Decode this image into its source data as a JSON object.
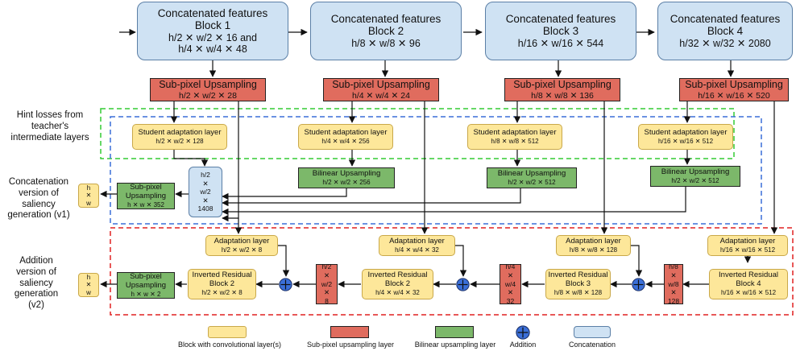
{
  "concat_blocks": [
    {
      "title": "Concatenated features",
      "block": "Block 1",
      "dims": [
        "h/2 ✕ w/2 ✕ 16 and",
        "h/4 ✕ w/4 ✕ 48"
      ]
    },
    {
      "title": "Concatenated features",
      "block": "Block 2",
      "dims": [
        "h/8 ✕ w/8 ✕ 96"
      ]
    },
    {
      "title": "Concatenated features",
      "block": "Block 3",
      "dims": [
        "h/16 ✕ w/16 ✕ 544"
      ]
    },
    {
      "title": "Concatenated features",
      "block": "Block 4",
      "dims": [
        "h/32 ✕ w/32 ✕ 2080"
      ]
    }
  ],
  "subpixel_top": [
    {
      "label": "Sub-pixel Upsampling",
      "dims": "h/2 ✕ w/2 ✕ 28"
    },
    {
      "label": "Sub-pixel Upsampling",
      "dims": "h/4 ✕ w/4 ✕ 24"
    },
    {
      "label": "Sub-pixel Upsampling",
      "dims": "h/8 ✕ w/8 ✕ 136"
    },
    {
      "label": "Sub-pixel Upsampling",
      "dims": "h/16 ✕ w/16 ✕ 520"
    }
  ],
  "student_layers": [
    {
      "label": "Student adaptation layer",
      "dims": "h/2 ✕ w/2 ✕ 128"
    },
    {
      "label": "Student adaptation layer",
      "dims": "h/4 ✕ w/4 ✕ 256"
    },
    {
      "label": "Student adaptation layer",
      "dims": "h/8 ✕ w/8 ✕ 512"
    },
    {
      "label": "Student adaptation layer",
      "dims": "h/16 ✕ w/16 ✕ 512"
    }
  ],
  "bilinear_layers": [
    {
      "label": "Bilinear Upsampling",
      "dims": "h/2 ✕ w/2 ✕ 256"
    },
    {
      "label": "Bilinear Upsampling",
      "dims": "h/2 ✕ w/2 ✕ 512"
    },
    {
      "label": "Bilinear Upsampling",
      "dims": "h/2 ✕ w/2 ✕ 512"
    }
  ],
  "concat_tensor": [
    "h/2",
    "✕",
    "w/2",
    "✕",
    "1408"
  ],
  "v1_subpixel": {
    "label1": "Sub-pixel",
    "label2": "Upsampling",
    "dims": "h ✕ w ✕ 352"
  },
  "v1_output": [
    "h",
    "✕",
    "w"
  ],
  "adaptation_layers": [
    {
      "label": "Adaptation layer",
      "dims": "h/2 ✕ w/2 ✕ 8"
    },
    {
      "label": "Adaptation layer",
      "dims": "h/4 ✕ w/4 ✕ 32"
    },
    {
      "label": "Adaptation layer",
      "dims": "h/8 ✕ w/8 ✕ 128"
    },
    {
      "label": "Adaptation layer",
      "dims": "h/16 ✕ w/16 ✕ 512"
    }
  ],
  "inverted_blocks": [
    {
      "label1": "Inverted Residual",
      "label2": "Block 2",
      "dims": "h/2 ✕ w/2 ✕ 8"
    },
    {
      "label1": "Inverted Residual",
      "label2": "Block 2",
      "dims": "h/4 ✕ w/4 ✕ 32"
    },
    {
      "label1": "Inverted Residual",
      "label2": "Block 3",
      "dims": "h/8 ✕ w/8 ✕ 128"
    },
    {
      "label1": "Inverted Residual",
      "label2": "Block 4",
      "dims": "h/16 ✕ w/16 ✕ 512"
    }
  ],
  "red_tensors": [
    [
      "h/2",
      "✕",
      "w/2",
      "✕",
      "8"
    ],
    [
      "h/4",
      "✕",
      "w/4",
      "✕",
      "32"
    ],
    [
      "h/8",
      "✕",
      "w/8",
      "✕",
      "128"
    ]
  ],
  "v2_subpixel": {
    "label1": "Sub-pixel",
    "label2": "Upsampling",
    "dims": "h ✕ w ✕ 2"
  },
  "v2_output": [
    "h",
    "✕",
    "w"
  ],
  "side_labels": {
    "hint": [
      "Hint losses from",
      "teacher's",
      "intermediate layers"
    ],
    "v1": [
      "Concatenation",
      "version of",
      "saliency",
      "generation (v1)"
    ],
    "v2": [
      "Addition",
      "version of",
      "saliency",
      "generation",
      "(v2)"
    ]
  },
  "legend": {
    "conv": "Block with convolutional layer(s)",
    "subpixel": "Sub-pixel upsampling layer",
    "bilinear": "Bilinear upsampling layer",
    "addition": "Addition",
    "concatenation": "Concatenation"
  },
  "colors": {
    "concat": "#cfe2f3",
    "subpixel": "#e06c5e",
    "conv": "#fde79a",
    "bilinear": "#7cb86a",
    "addition": "#3b6fd8",
    "hint_border": "#33cc33",
    "v1_border": "#3a6fd8",
    "v2_border": "#e02020"
  }
}
